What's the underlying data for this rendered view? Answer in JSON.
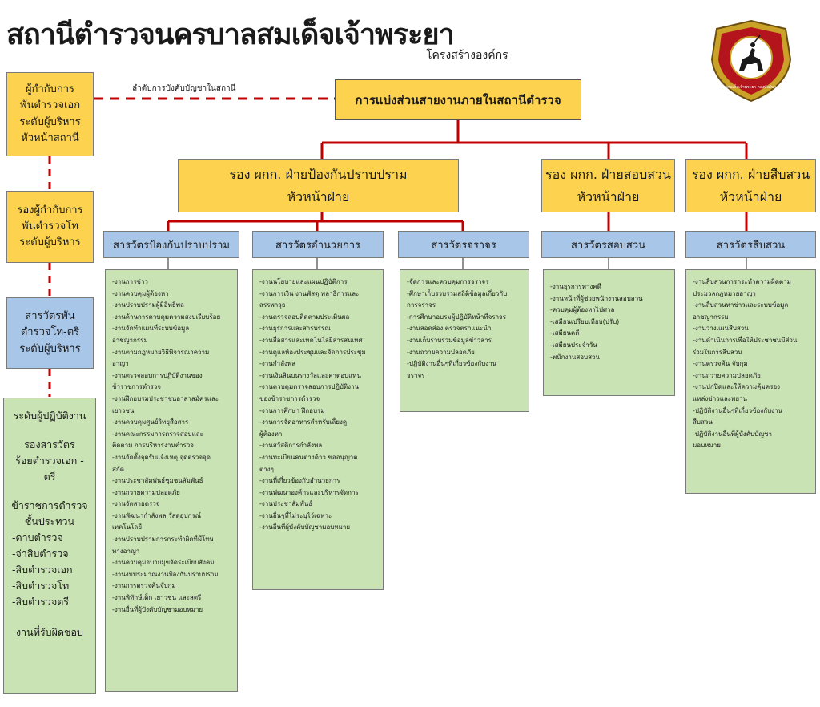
{
  "title": "สถานีตำรวจนครบาลสมเด็จเจ้าพระยา",
  "subtitle": "โครงสร้างองค์กร",
  "command_note": "ลำดับการบังคับบัญชาในสถานี",
  "top_box": "การแบ่งส่วนสายงานภายในสถานีตำรวจ",
  "logo_text": "สถานีตำรวจนครบาลสมเด็จเจ้าพระยา กองบังคับการตำรวจนครบาล ๘",
  "left_column": {
    "superintendent": [
      "ผู้กำกับการ",
      "พันตำรวจเอก",
      "ระดับผู้บริหาร",
      "หัวหน้าสถานี"
    ],
    "deputy": [
      "รองผู้กำกับการ",
      "พันตำรวจโท",
      "ระดับผู้บริหาร"
    ],
    "inspector": [
      "สารวัตรพัน",
      "ตำรวจโท-ตรี",
      "ระดับผู้บริหาร"
    ],
    "operational": [
      "ระดับผู้ปฏิบัติงาน",
      "",
      "รองสารวัตร",
      "ร้อยตำรวจเอก -",
      "ตรี",
      "",
      "ข้าราชการตำรวจ",
      "ชั้นประทวน"
    ],
    "operational_ranks": [
      "-ดาบตำรวจ",
      "-จ่าสิบตำรวจ",
      "-สิบตำรวจเอก",
      "-สิบตำรวจโท",
      "-สิบตำรวจตรี"
    ],
    "operational_footer": "งานที่รับผิดชอบ"
  },
  "deputies": [
    {
      "line1": "รอง ผกก. ฝ่ายป้องกันปราบปราม",
      "line2": "หัวหน้าฝ่าย"
    },
    {
      "line1": "รอง ผกก. ฝ่ายสอบสวน",
      "line2": "หัวหน้าฝ่าย"
    },
    {
      "line1": "รอง ผกก. ฝ่ายสืบสวน",
      "line2": "หัวหน้าฝ่าย"
    }
  ],
  "sections": [
    {
      "title": "สารวัตรป้องกันปราบปราม",
      "tasks": [
        "-งานการข่าว",
        "-งานควบคุมผู้ต้องหา",
        "-งานปราบปรามผู้มีอิทธิพล",
        "-งานด้านการควบคุมความสงบเรียบร้อย",
        "-งานจัดทำแผนที่ระบบข้อมูล",
        "อาชญากรรม",
        "-งานตามกฎหมายวิธีพิจารณาความ",
        "อาญา",
        "-งานตรวจสอบการปฏิบัติงานของ",
        "ข้าราชการตำรวจ",
        "-งานฝึกอบรมประชาชนอาสาสมัครและ",
        "เยาวชน",
        "-งานควบคุมศูนย์วิทยุสื่อสาร",
        "-งานคณะกรรมการตรวจสอบและ",
        "ติดตาม การบริหารงานตำรวจ",
        "-งานจัดตั้งจุดรับแจ้งเหตุ จุดตรวจจุด",
        "สกัด",
        "-งานประชาสัมพันธ์ชุมชนสัมพันธ์",
        "-งานถวายความปลอดภัย",
        "-งานจัดสายตรวจ",
        "-งานพัฒนากำลังพล วัสดุอุปกรณ์",
        "เทคโนโลยี",
        "-งานปราบปรามการกระทำผิดที่มีโทษ",
        "ทางอาญา",
        "-งานควบคุมอบายมุขจัดระเบียบสังคม",
        "-งานงบประมาณงานป้องกันปราบปราม",
        "-งานการตรวจค้นจับกุม",
        "-งานพิทักษ์เด็ก เยาวชน และสตรี",
        "-งานอื่นที่ผู้บังคับบัญชามอบหมาย"
      ]
    },
    {
      "title": "สารวัตรอำนวยการ",
      "tasks": [
        "-งานนโยบายและแผนปฏิบัติการ",
        "-งานการเงิน งานพัสดุ พลาธิการและ",
        "สรรพาวุธ",
        "-งานตรวจสอบติดตามประเมินผล",
        "-งานธุรการและสารบรรณ",
        "-งานสื่อสารและเทคโนโลยีสารสนเทศ",
        "-งานดูแลห้องประชุมและจัดการประชุม",
        "-งานกำลังพล",
        "-งานเงินสินบนรางวัลและค่าตอบแทน",
        "-งานควบคุมตรวจสอบการปฏิบัติงาน",
        "ของข้าราชการตำรวจ",
        "-งานการศึกษา ฝึกอบรม",
        "-งานการจัดอาหารสำหรับเลี้ยงดู",
        "ผู้ต้องหา",
        "-งานสวัสดิการกำลังพล",
        "-งานทะเบียนคนต่างด้าว ขออนุญาต",
        "ต่างๆ",
        "-งานที่เกี่ยวข้องกับอำนวยการ",
        "-งานพัฒนาองค์กรและบริหารจัดการ",
        "-งานประชาสัมพันธ์",
        "-งานอื่นๆที่ไม่ระบุไว้เฉพาะ",
        "-งานอื่นที่ผู้บังคับบัญชามอบหมาย"
      ]
    },
    {
      "title": "สารวัตรจราจร",
      "tasks": [
        "-จัดการและควบคุมการจราจร",
        "-ศึกษาเก็บรวบรวมสถิติข้อมูลเกี่ยวกับ",
        "การจราจร",
        "-การศึกษาอบรมผู้ปฏิบัติหน้าที่จราจร",
        "-งานสอดส่อง ตรวจตราแนะนำ",
        "-งานเก็บรวบรวมข้อมูลข่าวสาร",
        "-งานถวายความปลอดภัย",
        "-ปฏิบัติงานอื่นๆที่เกี่ยวข้องกับงาน",
        "จราจร"
      ]
    },
    {
      "title": "สารวัตรสอบสวน",
      "tasks": [
        "-งานธุรการทางคดี",
        "-งานหน้าที่ผู้ช่วยพนักงานสอบสวน",
        "-ควบคุมผู้ต้องหาไปศาล",
        "-เสมียนเปรียบเทียบ(ปรับ)",
        "-เสมียนคดี",
        "-เสมียนประจำวัน",
        "-พนักงานสอบสวน"
      ]
    },
    {
      "title": "สารวัตรสืบสวน",
      "tasks": [
        "-งานสืบสวนการกระทำความผิดตาม",
        "ประมวลกฎหมายอาญา",
        "-งานสืบสวนหาข่าวและระบบข้อมูล",
        "อาชญากรรม",
        "-งานวางแผนสืบสวน",
        "-งานดำเนินการเพื่อให้ประชาชนมีส่วน",
        "ร่วมในการสืบสวน",
        "-งานตรวจค้น จับกุม",
        "-งานถวายความปลอดภัย",
        "-งานปกปิดและให้ความคุ้มครอง",
        "แหล่งข่าวและพยาน",
        "-ปฏิบัติงานอื่นๆที่เกี่ยวข้องกับงาน",
        "สืบสวน",
        "-ปฏิบัติงานอื่นที่ผู้บังคับบัญชา",
        "มอบหมาย"
      ]
    }
  ],
  "colors": {
    "yellow": "#fcd24e",
    "blue": "#a8c6e8",
    "green": "#c9e3b4",
    "connector": "#c00000",
    "logo_red": "#b4141c",
    "logo_gold": "#c9a227"
  }
}
